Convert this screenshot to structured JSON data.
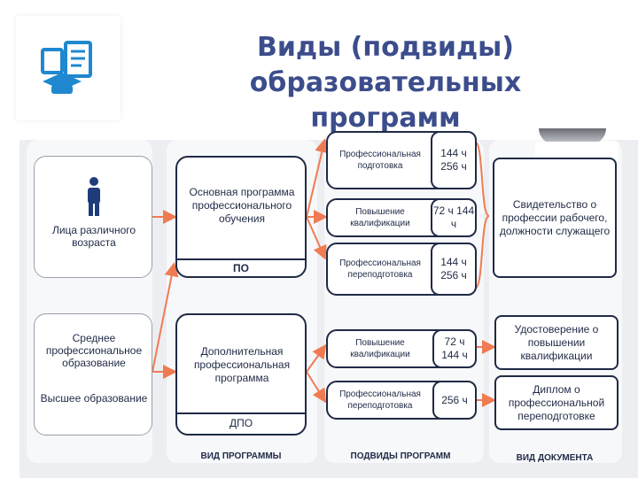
{
  "title": "Виды (подвиды) образовательных программ",
  "left": {
    "top_label": "Лица различного возраста",
    "bottom_label_1": "Среднее профессиональное образование",
    "bottom_label_2": "Высшее образование"
  },
  "programs": {
    "po": {
      "name": "Основная программа профессионального обучения",
      "code": "ПО"
    },
    "dpo": {
      "name": "Дополнительная профессиональная программа",
      "code": "ДПО"
    }
  },
  "subprograms": [
    {
      "name": "Профессиональная подготовка",
      "hours": "144 ч 256 ч"
    },
    {
      "name": "Повышение квалификации",
      "hours": "72 ч 144 ч"
    },
    {
      "name": "Профессиональная переподготовка",
      "hours": "144 ч 256 ч"
    },
    {
      "name": "Повышение квалификации",
      "hours": "72 ч 144 ч"
    },
    {
      "name": "Профессиональная переподготовка",
      "hours": "256 ч"
    }
  ],
  "documents": {
    "po_doc": "Свидетельство о профессии рабочего, должности служащего",
    "dpo_doc_1": "Удостоверение о повышении квалификации",
    "dpo_doc_2": "Диплом о профессиональной переподготовке"
  },
  "column_labels": {
    "programs": "ВИД ПРОГРАММЫ",
    "subprograms": "ПОДВИДЫ ПРОГРАММ",
    "documents": "ВИД ДОКУМЕНТА"
  },
  "colors": {
    "accent": "#f07b52",
    "title": "#3c4d8c",
    "dark": "#1f2a45",
    "person": "#1f3c7a"
  }
}
